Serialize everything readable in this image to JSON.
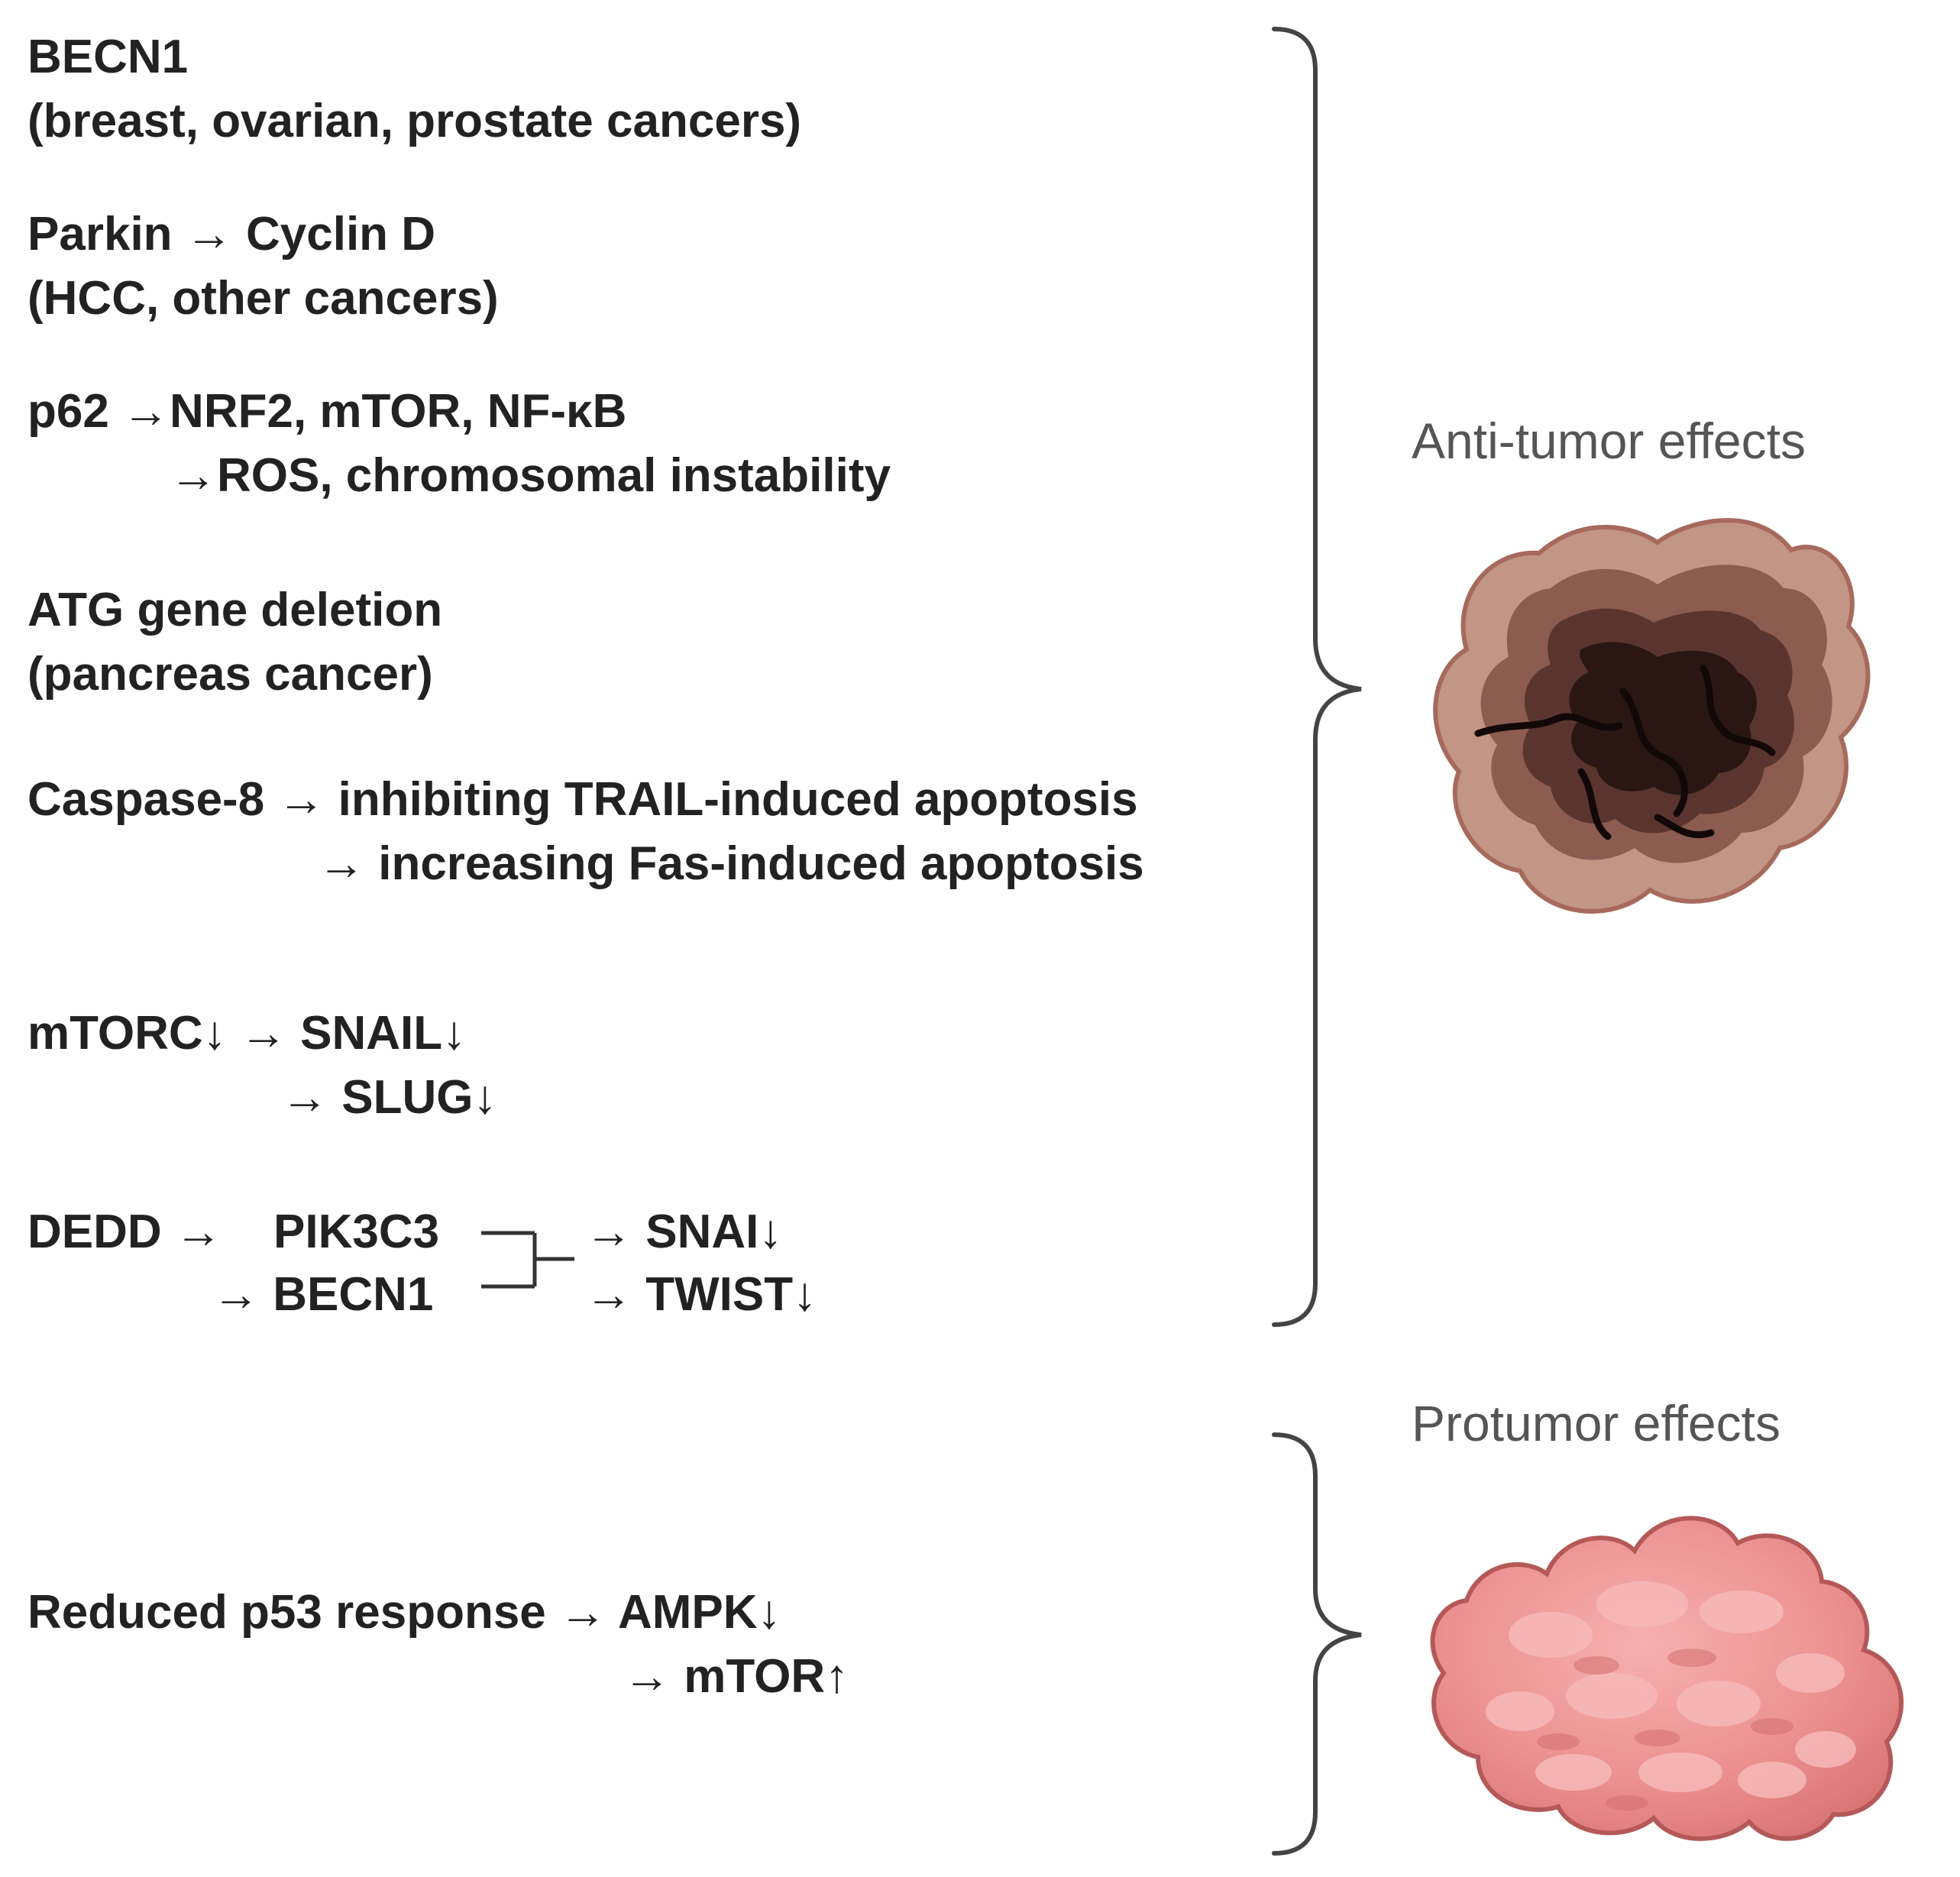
{
  "anti_tumor": {
    "label": "Anti-tumor effects",
    "becn1": {
      "line1": "BECN1",
      "line2": "(breast, ovarian, prostate cancers)"
    },
    "parkin": {
      "line1": "Parkin → Cyclin D",
      "line2": "(HCC, other cancers)"
    },
    "p62": {
      "line1": "p62 →NRF2, mTOR, NF-κB",
      "line2": "→ROS, chromosomal instability"
    },
    "atg": {
      "line1": "ATG gene deletion",
      "line2": "(pancreas cancer)"
    },
    "caspase": {
      "line1": "Caspase-8 → inhibiting TRAIL-induced apoptosis",
      "line2": "→ increasing Fas-induced apoptosis"
    },
    "mtorc": {
      "line1": "mTORC↓ → SNAIL↓",
      "line2": "→ SLUG↓"
    },
    "dedd": {
      "source": "DEDD →",
      "target1": "PIK3C3",
      "target2": "→ BECN1",
      "out1": "→ SNAI↓",
      "out2": "→ TWIST↓"
    }
  },
  "protumor": {
    "label": "Protumor effects",
    "p53": {
      "line1": "Reduced p53 response → AMPK↓",
      "line2": "→ mTOR↑"
    }
  },
  "colors": {
    "text": "#222222",
    "label": "#555555",
    "brace": "#444444",
    "dark_tumor_outer": "#b98a7c",
    "dark_tumor_core": "#2a1714",
    "pink_tumor": "#eb8e8e"
  }
}
